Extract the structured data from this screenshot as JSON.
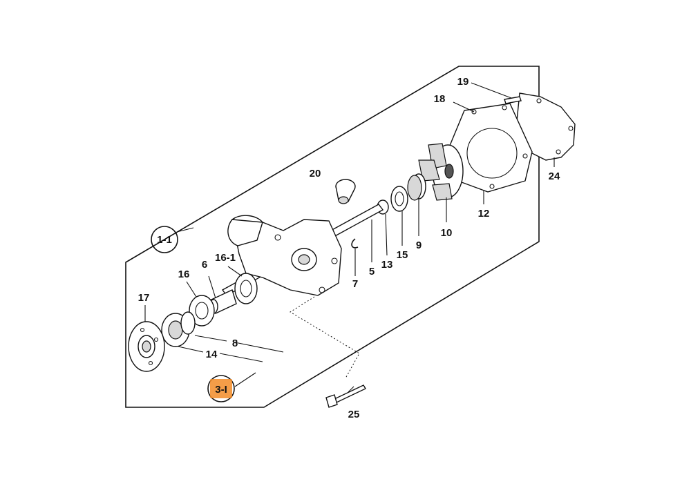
{
  "diagram": {
    "assembly_ref": "1-1",
    "highlighted_ref": "3-I",
    "highlight_color": "#f28c28",
    "parts": {
      "p5": "5",
      "p6": "6",
      "p7": "7",
      "p8": "8",
      "p9": "9",
      "p10": "10",
      "p12": "12",
      "p13": "13",
      "p14": "14",
      "p15": "15",
      "p16": "16",
      "p16_1": "16-1",
      "p17": "17",
      "p18": "18",
      "p19": "19",
      "p20": "20",
      "p24": "24",
      "p25": "25"
    }
  }
}
